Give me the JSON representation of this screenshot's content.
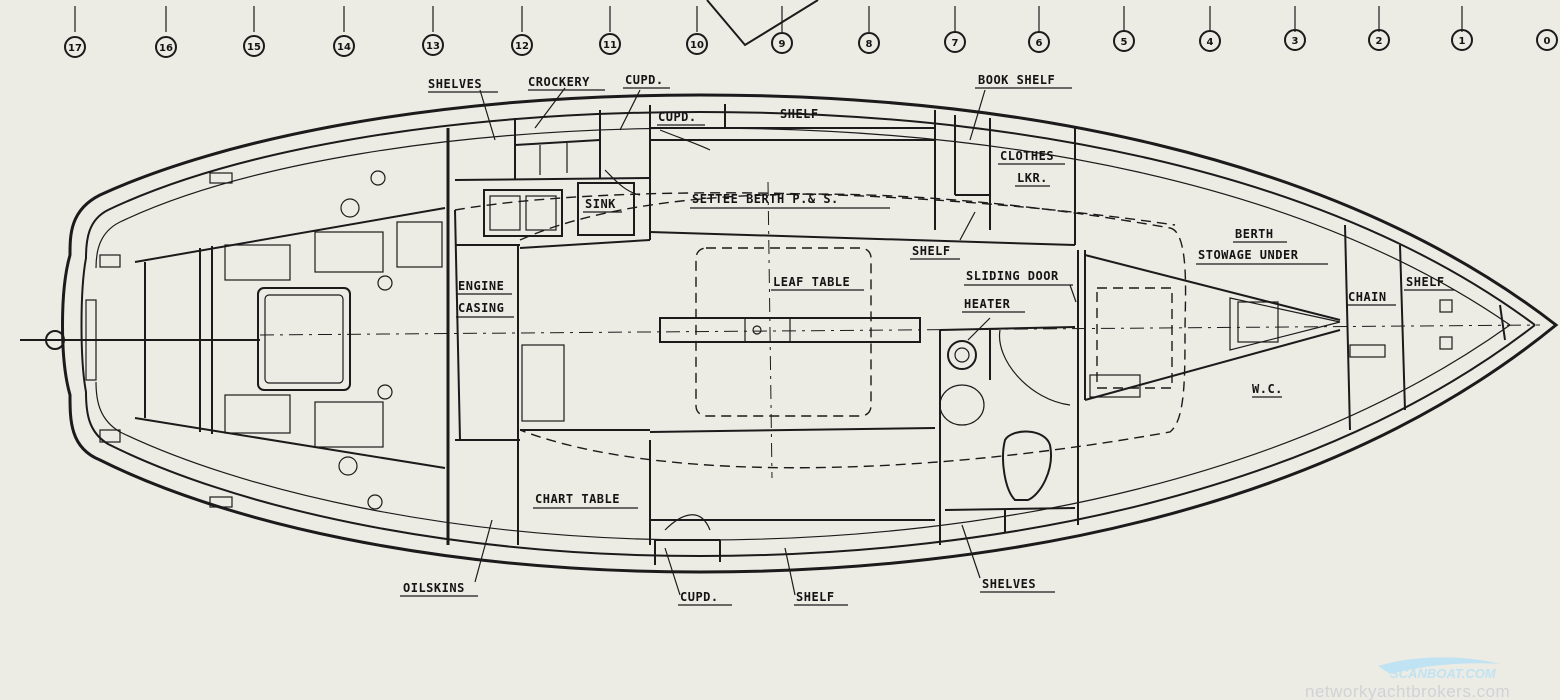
{
  "stations": [
    "17",
    "16",
    "15",
    "14",
    "13",
    "12",
    "11",
    "10",
    "9",
    "8",
    "7",
    "6",
    "5",
    "4",
    "3",
    "2",
    "1",
    "0"
  ],
  "labels": {
    "shelves_top": "SHELVES",
    "crockery": "CROCKERY",
    "cupd_top": "CUPD.",
    "cupd_inner": "CUPD.",
    "shelf_top": "SHELF",
    "book_shelf": "BOOK SHELF",
    "clothes": "CLOTHES",
    "lkr": "LKR.",
    "sink": "SINK",
    "settee": "SETTEE BERTH P.& S.",
    "shelf_mid": "SHELF",
    "berth": "BERTH",
    "stowage": "STOWAGE UNDER",
    "engine": "ENGINE",
    "casing": "CASING",
    "leaf_table": "LEAF TABLE",
    "sliding_door": "SLIDING DOOR",
    "heater": "HEATER",
    "chain": "CHAIN",
    "shelf_fwd": "SHELF",
    "wc": "W.C.",
    "chart_table": "CHART TABLE",
    "oilskins": "OILSKINS",
    "cupd_bottom": "CUPD.",
    "shelf_bottom": "SHELF",
    "shelves_bottom": "SHELVES"
  },
  "watermark": {
    "brand": "SCANBOAT.COM",
    "site": "networkyachtbrokers.com"
  }
}
